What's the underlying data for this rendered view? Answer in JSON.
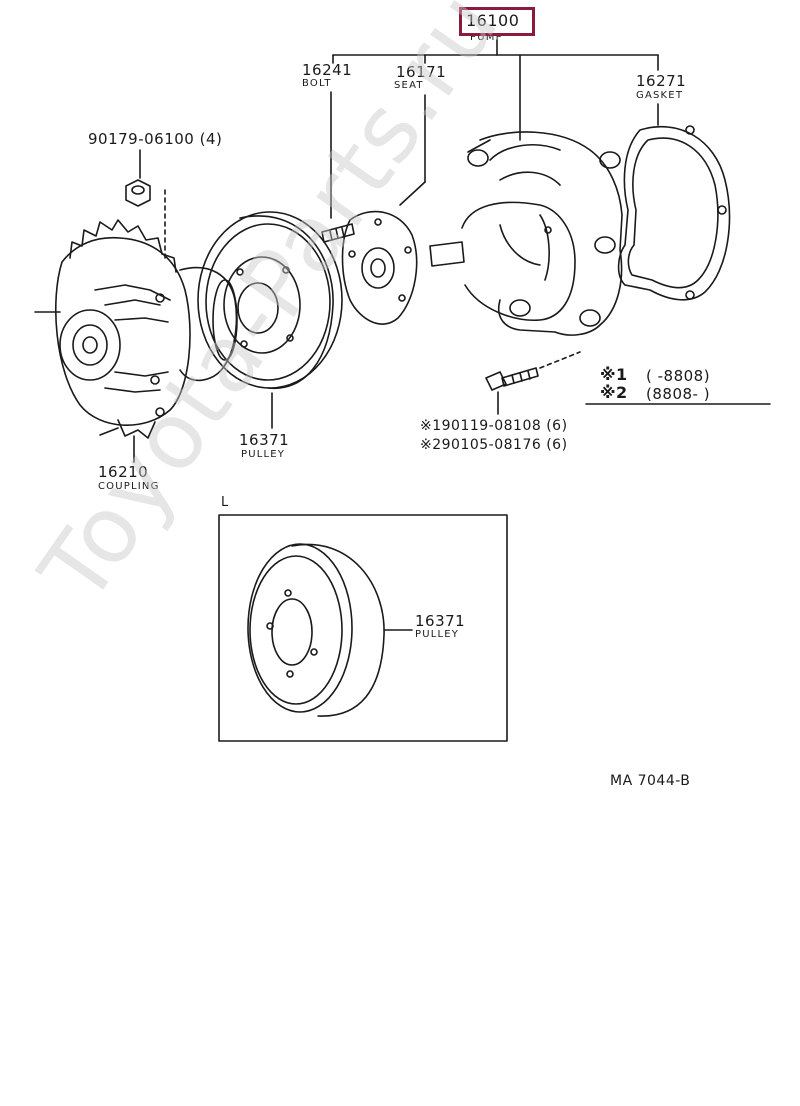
{
  "diagram": {
    "highlighted_part": "16100",
    "pump_label": "PUMP",
    "parts": [
      {
        "number": "16241",
        "name": "BOLT"
      },
      {
        "number": "16171",
        "name": "SEAT"
      },
      {
        "number": "16271",
        "name": "GASKET"
      },
      {
        "number": "90179-06100 (4)",
        "name": ""
      },
      {
        "number": "16371",
        "name": "PULLEY"
      },
      {
        "number": "16210",
        "name": "COUPLING"
      },
      {
        "number": "※190119-08108 (6)",
        "name": ""
      },
      {
        "number": "※290105-08176 (6)",
        "name": ""
      },
      {
        "number": "16371",
        "name": "PULLEY"
      }
    ],
    "notes": [
      {
        "mark": "※1",
        "range": "(        -8808)"
      },
      {
        "mark": "※2",
        "range": "(8808-        )"
      }
    ],
    "inset_label": "L",
    "figure_id": "MA 7044-B"
  },
  "watermark": "Toyota-Parts.ru",
  "colors": {
    "line": "#1a1a1a",
    "highlight": "#8b1a3f",
    "watermark": "#c8c8c8"
  }
}
